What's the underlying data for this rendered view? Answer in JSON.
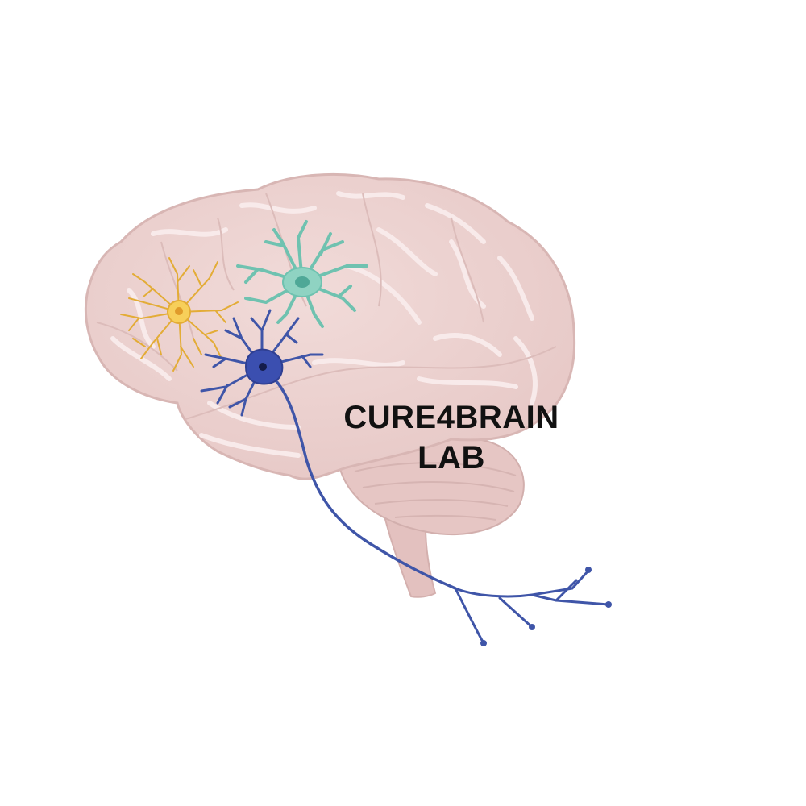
{
  "logo": {
    "line1": "CURE4BRAIN",
    "line2": "LAB"
  },
  "icons": [
    "brain-illustration",
    "astrocyte-icon",
    "microglia-icon",
    "neuron-icon"
  ],
  "colors": {
    "background": "#ffffff",
    "brain_fill": "#ecd2d0",
    "brain_fold": "#f7e6e5",
    "brain_shadow": "#d9b9b7",
    "astrocyte": "#e8b33a",
    "astrocyte_body": "#f7cf5a",
    "microglia": "#6fc2b0",
    "microglia_body": "#8fd3c2",
    "neuron": "#3f55a8",
    "neuron_body": "#3b4fb0",
    "text": "#111111"
  }
}
